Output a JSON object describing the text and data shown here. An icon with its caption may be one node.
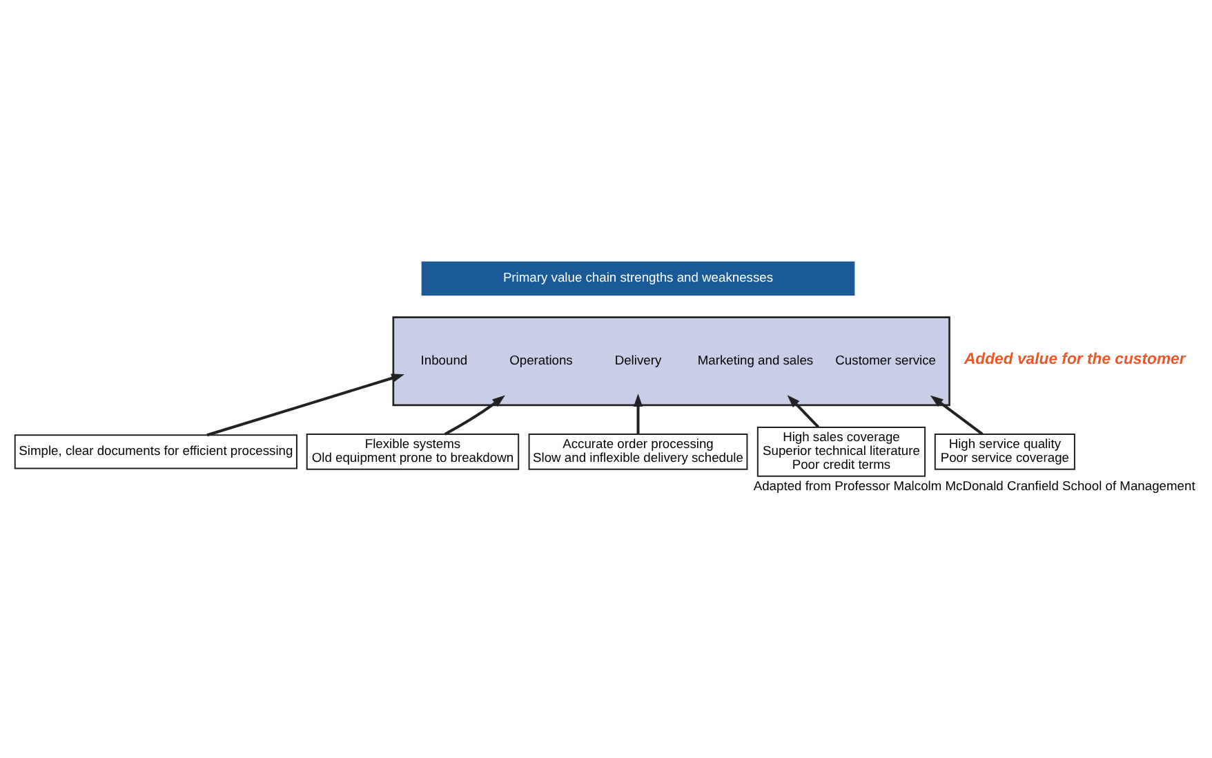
{
  "diagram": {
    "caption": "Adapted from Professor Malcolm McDonald Cranfield School of Management",
    "nodes": [
      {
        "text": [
          "Primary value chain strengths and weaknesses"
        ]
      },
      {
        "text": [],
        "shape": "box"
      },
      {
        "text": [
          "Inbound"
        ],
        "in": 1
      },
      {
        "text": [
          "Operations"
        ],
        "in": 1
      },
      {
        "text": [
          "Delivery"
        ],
        "in": 1
      },
      {
        "text": [
          "Marketing and sales"
        ],
        "in": 1
      },
      {
        "text": [
          "Customer service"
        ],
        "in": 1
      },
      {
        "text": [
          "Simple, clear documents for efficient processing"
        ]
      },
      {
        "text": [
          "Flexible systems",
          "Old equipment prone to breakdown"
        ]
      },
      {
        "text": [
          "Accurate order processing",
          "Slow and inflexible delivery schedule"
        ]
      },
      {
        "text": [
          "High sales coverage",
          "Superior technical literature",
          "Poor credit terms"
        ]
      },
      {
        "text": [
          "High service quality",
          "Poor service coverage"
        ]
      }
    ],
    "edges": [
      {
        "from": 7,
        "to": 2,
        "arrow": "to"
      },
      {
        "from": 8,
        "to": 3,
        "arrow": "to"
      },
      {
        "from": 9,
        "to": 4,
        "arrow": "to"
      },
      {
        "from": 10,
        "to": 5,
        "arrow": "to"
      },
      {
        "from": 11,
        "to": 6,
        "arrow": "to"
      }
    ],
    "labels": [
      "Added value for the customer"
    ]
  }
}
